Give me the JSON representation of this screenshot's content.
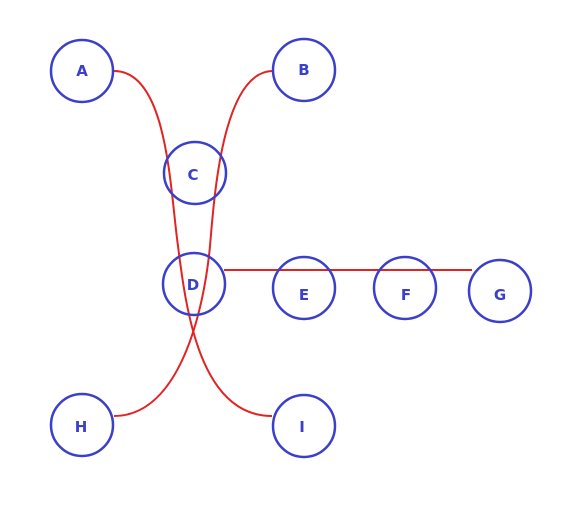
{
  "colors": {
    "node_stroke": "#3b3fc9",
    "label": "#3b3fc9",
    "edge": "#e02424",
    "background": "#ffffff"
  },
  "nodes": {
    "a": {
      "label": "A"
    },
    "b": {
      "label": "B"
    },
    "c": {
      "label": "C"
    },
    "d": {
      "label": "D"
    },
    "e": {
      "label": "E"
    },
    "f": {
      "label": "F"
    },
    "g": {
      "label": "G"
    },
    "h": {
      "label": "H"
    },
    "i": {
      "label": "I"
    }
  },
  "edges": [
    {
      "from": "A",
      "to": "I"
    },
    {
      "from": "B",
      "to": "H"
    },
    {
      "from": "D",
      "to": "G"
    }
  ]
}
